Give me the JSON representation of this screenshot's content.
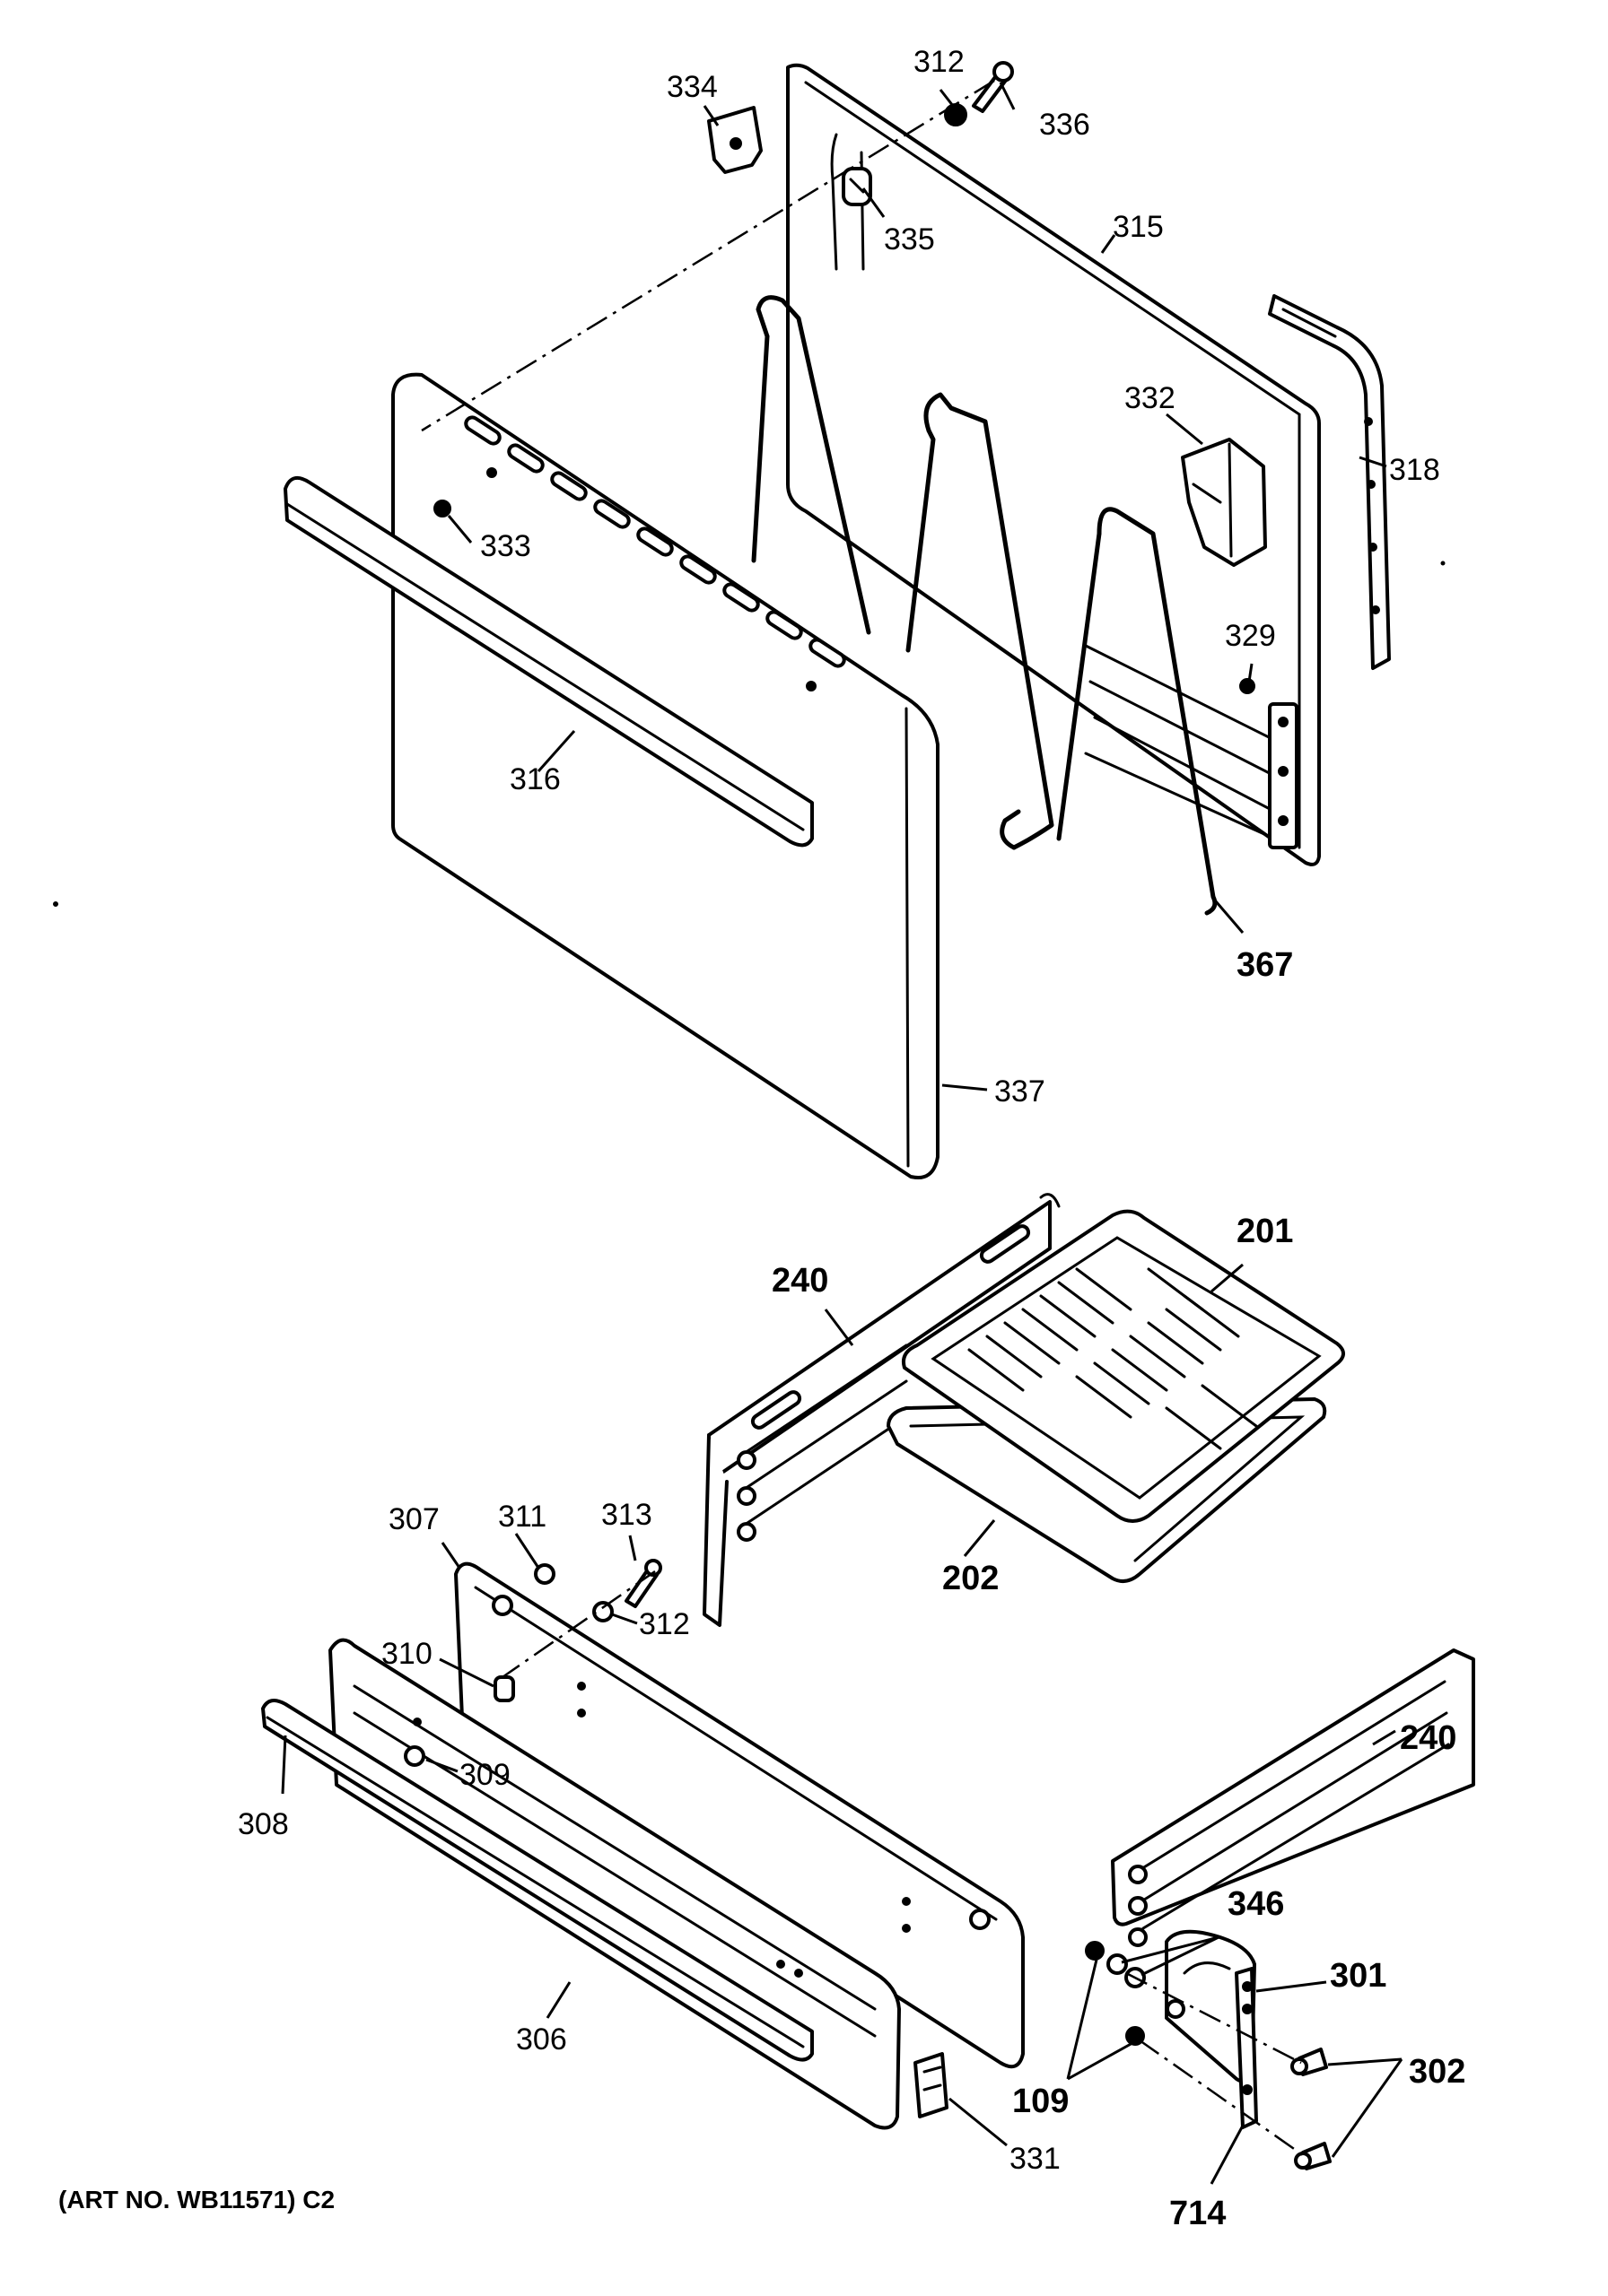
{
  "parts": {
    "p312a": "312",
    "p334": "334",
    "p336": "336",
    "p335": "335",
    "p315": "315",
    "p318": "318",
    "p332": "332",
    "p333": "333",
    "p329": "329",
    "p316": "316",
    "p367": "367",
    "p337": "337",
    "p240a": "240",
    "p201": "201",
    "p202": "202",
    "p307": "307",
    "p311": "311",
    "p313": "313",
    "p312b": "312",
    "p310": "310",
    "p309": "309",
    "p308": "308",
    "p240b": "240",
    "p346": "346",
    "p301": "301",
    "p306": "306",
    "p302": "302",
    "p109": "109",
    "p331": "331",
    "p714": "714"
  },
  "art_number": "(ART NO. WB11571) C2"
}
